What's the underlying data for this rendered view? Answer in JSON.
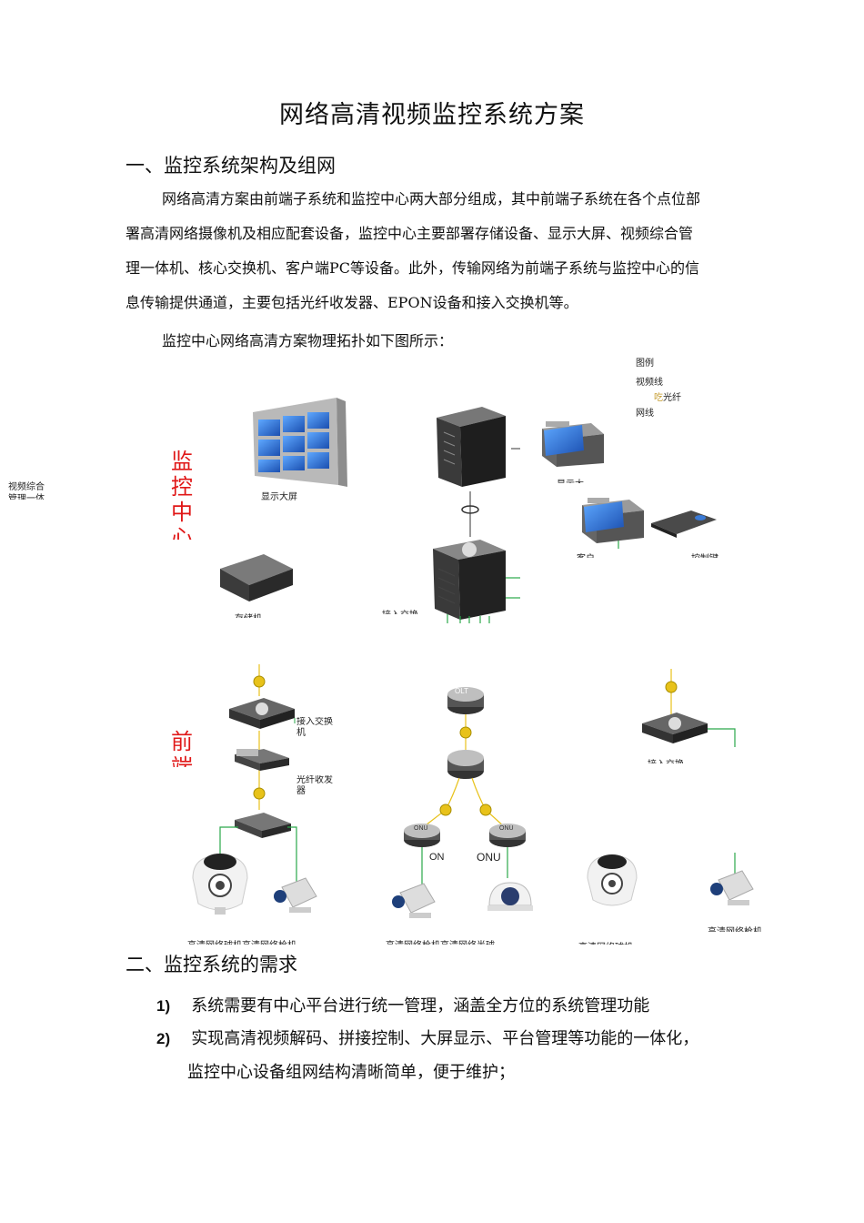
{
  "title": "网络高清视频监控系统方案",
  "section1": {
    "heading": "一、监控系统架构及组网",
    "paragraph_lines": [
      "网络高清方案由前端子系统和监控中心两大部分组成，其中前端子系统在各个点位部",
      "署高清网络摄像机及相应配套设备，监控中心主要部署存储设备、显示大屏、视频综合管",
      "理一体机、核心交换机、客户端PC等设备。此外，传输网络为前端子系统与监控中心的信",
      "息传输提供通道，主要包括光纤收发器、EPON设备和接入交换机等。"
    ],
    "figure_intro": "监控中心网络高清方案物理拓扑如下图所示："
  },
  "diagram": {
    "legend": {
      "title": "图例",
      "video_line": "视频线",
      "fiber_prefix": "吃",
      "fiber": "光纤",
      "net_line": "网线"
    },
    "center_label": "监控中心",
    "front_label": "前端",
    "left_side_label": "视频综合管理一体",
    "labels": {
      "screen": "显示大屏",
      "storage": "存储机",
      "access_switch_center": "接入交换",
      "display": "显示大",
      "client": "客户",
      "keyboard": "控制键",
      "olt": "OLT",
      "access_switch_front": "接入交换机",
      "fiber_transceiver": "光纤收发器",
      "onu_left": "ON",
      "onu_right": "ONU",
      "onu_tag": "ONU",
      "access_switch_right": "接入交换",
      "cam_group_left": "高清网络球机高清网络枪机",
      "cam_group_mid": "高清网络枪机高清网络半球",
      "cam_right_dome": "高清网络球机",
      "cam_right_gun": "高清网络枪机"
    }
  },
  "section2": {
    "heading": "二、监控系统的需求",
    "items": [
      {
        "num": "1)",
        "text": "系统需要有中心平台进行统一管理，涵盖全方位的系统管理功能"
      },
      {
        "num": "2)",
        "text": "实现高清视频解码、拼接控制、大屏显示、平台管理等功能的一体化，",
        "cont": "监控中心设备组网结构清晰简单，便于维护；"
      }
    ]
  },
  "colors": {
    "red_label": "#e01818",
    "green_line": "#2aa84a",
    "yellow_line": "#e8c21a",
    "screen_blue": "#2a6fd6"
  }
}
